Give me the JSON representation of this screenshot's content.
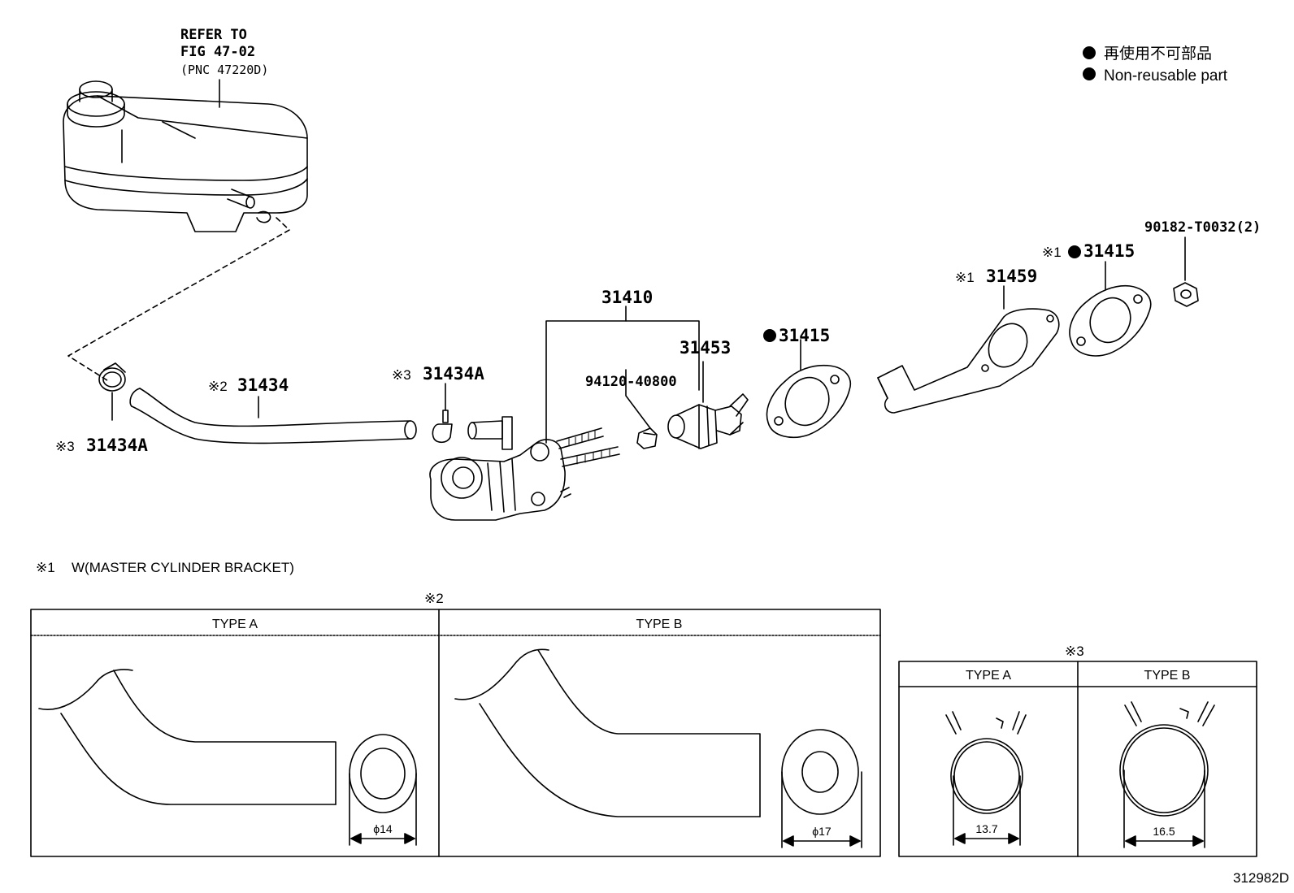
{
  "reference": {
    "line1": "REFER TO",
    "line2": "FIG 47-02",
    "line3": "(PNC 47220D)"
  },
  "legend": {
    "jp": "再使用不可部品",
    "en": "Non-reusable part"
  },
  "callouts": {
    "clamp_left": {
      "mark": "※3",
      "part": "31434A"
    },
    "hose": {
      "mark": "※2",
      "part": "31434"
    },
    "clamp_mid": {
      "mark": "※3",
      "part": "31434A"
    },
    "master_cylinder": {
      "part": "31410"
    },
    "nut": {
      "part": "94120-40800"
    },
    "push_rod": {
      "part": "31453"
    },
    "gasket_mid": {
      "part": "31415"
    },
    "bracket": {
      "mark": "※1",
      "part": "31459"
    },
    "gasket_right": {
      "mark": "※1",
      "part": "31415"
    },
    "bolt": {
      "part": "90182-T0032(2)"
    }
  },
  "footnote1": {
    "mark": "※1",
    "text": "W(MASTER CYLINDER BRACKET)"
  },
  "table2": {
    "mark": "※2",
    "type_a": "TYPE A",
    "type_b": "TYPE B",
    "dim_a": "ϕ14",
    "dim_b": "ϕ17"
  },
  "table3": {
    "mark": "※3",
    "type_a": "TYPE A",
    "type_b": "TYPE B",
    "dim_a": "13.7",
    "dim_b": "16.5"
  },
  "figure_id": "312982D"
}
